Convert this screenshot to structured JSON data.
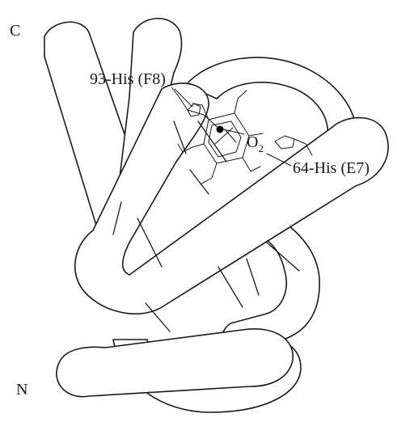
{
  "labels": {
    "c_terminus": "C",
    "n_terminus": "N",
    "his_f8": "93-His (F8)",
    "his_e7": "64-His (E7)",
    "oxygen": "O",
    "oxygen_subscript": "2"
  },
  "colors": {
    "stroke": "#1a1a1a",
    "background": "#ffffff",
    "iron": "#000000"
  }
}
